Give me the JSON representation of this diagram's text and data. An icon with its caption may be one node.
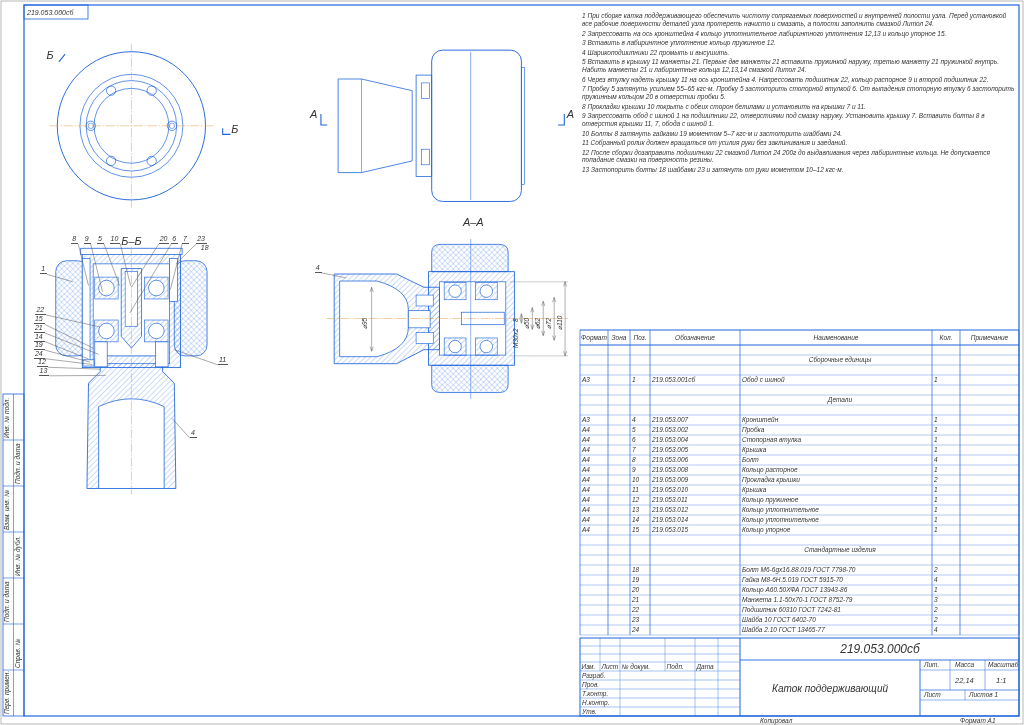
{
  "diagram": {
    "nodes": [
      {
        "text": [
          "8"
        ]
      },
      {
        "text": [
          "9"
        ]
      },
      {
        "text": [
          "5"
        ]
      },
      {
        "text": [
          "10"
        ]
      },
      {
        "text": [
          "20"
        ]
      },
      {
        "text": [
          "6"
        ]
      },
      {
        "text": [
          "7"
        ]
      },
      {
        "text": [
          "23"
        ]
      },
      {
        "text": [
          "1"
        ]
      },
      {
        "text": [
          "22"
        ]
      },
      {
        "text": [
          "15"
        ]
      },
      {
        "text": [
          "21"
        ]
      },
      {
        "text": [
          "14"
        ]
      },
      {
        "text": [
          "19"
        ]
      },
      {
        "text": [
          "24"
        ]
      },
      {
        "text": [
          "12"
        ]
      },
      {
        "text": [
          "13"
        ]
      },
      {
        "text": [
          "11"
        ]
      },
      {
        "text": [
          "4"
        ]
      },
      {
        "text": [
          "4"
        ]
      }
    ],
    "edges": [
      {
        "from": 0,
        "to": null,
        "arrow": "none"
      },
      {
        "from": 1,
        "to": null,
        "arrow": "none"
      },
      {
        "from": 2,
        "to": null,
        "arrow": "none"
      },
      {
        "from": 3,
        "to": null,
        "arrow": "none"
      },
      {
        "from": 4,
        "to": null,
        "arrow": "none"
      },
      {
        "from": 5,
        "to": null,
        "arrow": "none"
      },
      {
        "from": 6,
        "to": null,
        "arrow": "none"
      },
      {
        "from": 7,
        "to": null,
        "arrow": "none"
      },
      {
        "from": 8,
        "to": null,
        "arrow": "none"
      },
      {
        "from": 9,
        "to": null,
        "arrow": "none"
      },
      {
        "from": 10,
        "to": null,
        "arrow": "none"
      },
      {
        "from": 11,
        "to": null,
        "arrow": "none"
      },
      {
        "from": 12,
        "to": null,
        "arrow": "none"
      },
      {
        "from": 13,
        "to": null,
        "arrow": "none"
      },
      {
        "from": 14,
        "to": null,
        "arrow": "none"
      },
      {
        "from": 15,
        "to": null,
        "arrow": "none"
      },
      {
        "from": 16,
        "to": null,
        "arrow": "none"
      },
      {
        "from": 17,
        "to": null,
        "arrow": "none"
      },
      {
        "from": 18,
        "to": null,
        "arrow": "none"
      },
      {
        "from": 19,
        "to": null,
        "arrow": "none"
      }
    ],
    "labels": [
      "Б",
      "Б",
      "А",
      "А",
      "Б–Б",
      "А–А",
      "⌀95",
      "8",
      "М30х2",
      "⌀50",
      "⌀62",
      "⌀72",
      "⌀110",
      "18",
      "1 При сборке катка поддерживающего обеспечить чистоту сопрягаемых поверхностей и внутренней полости узла. Перед установкой все рабочие поверхности деталей узла протереть начисто и смазать, а полости заполнить смазкой Литол 24.",
      "2 Запрессовать на ось кронштейна 4 кольцо уплотнительное лабиринтного уплотнения 12,13 и кольцо упорное 15.",
      "3 Вставить в лабиринтное уплотнение кольцо пружинное 12.",
      "4 Шарикоподшипники 22 промыть и высушить.",
      "5 Вставить в крышку 11 манжеты 21. Первые две манжеты 21 вставить пружинкой наружу, третью манжету 21 пружинкой внутрь. Набить манжеты 21 и лабиринтные кольца 12,13,14 смазкой Литол 24.",
      "6 Через втулку надеть крышку 11 на ось кронштейна 4. Напрессовать подшипник 22, кольцо распорное 9 и второй подшипник 22.",
      "7 Пробку 5 затянуть усилием 55–65 кгс·м. Пробку 5 застопорить стопорной втулкой 6. От выпадения стопорную втулку 6 застопорить пружинным кольцом 20 в отверстии пробки 5.",
      "8 Прокладки крышки 10 покрыть с обеих сторон белилами и установить на крышки 7 и 11.",
      "9 Запрессовать обод с шиной 1 на подшипники 22, отверстиями под смазку наружу. Установить крышку 7. Вставить болты 8 в отверстия крышки 11, 7, обода с шиной 1.",
      "10 Болты 8 затянуть гайками 19 моментом 5–7 кгс·м и застопорить шайбами 24.",
      "11 Собранный ролик должен вращаться от усилия руки без заклинивания и заеданий.",
      "12 После сборки дозаправить подшипники 22 смазкой Литол 24 200г до выдавливания через лабиринтные кольца. Не допускается попадание смазки на поверхность резины.",
      "13 Застопорить болты 18 шайбами 23 и затянуть от руки моментом 10–12 кгс·м.",
      "Формат",
      "Зона",
      "Поз.",
      "Обозначение",
      "Наименование",
      "Кол.",
      "Примечание",
      "Сборочные единицы",
      "А3",
      "1",
      "219.053.001сб",
      "Обод с шиной",
      "1",
      "Детали",
      "А3",
      "4",
      "219.053.007",
      "Кронштейн",
      "1",
      "А4",
      "5",
      "219.053.002",
      "Пробка",
      "1",
      "А4",
      "6",
      "219.053.004",
      "Стопорная втулка",
      "1",
      "А4",
      "7",
      "219.053.005",
      "Крышка",
      "1",
      "А4",
      "8",
      "219.053.006",
      "Болт",
      "4",
      "А4",
      "9",
      "219.053.008",
      "Кольцо распорное",
      "1",
      "А4",
      "10",
      "219.053.009",
      "Прокладка крышки",
      "2",
      "А4",
      "11",
      "219.053.010",
      "Крышка",
      "1",
      "А4",
      "12",
      "219.053.011",
      "Кольцо пружинное",
      "1",
      "А4",
      "13",
      "219.053.012",
      "Кольцо уплотнительное",
      "1",
      "А4",
      "14",
      "219.053.014",
      "Кольцо уплотнительное",
      "1",
      "А4",
      "15",
      "219.053.015",
      "Кольцо упорное",
      "1",
      "Стандартные изделия",
      "18",
      "Болт М6-6gх16.88.019 ГОСТ 7798-70",
      "2",
      "19",
      "Гайка М8-6Н.5.019 ГОСТ 5915-70",
      "4",
      "20",
      "Кольцо А60.50ХФА ГОСТ 13943-86",
      "1",
      "21",
      "Манжета 1.1-50х70-1 ГОСТ 8752-79",
      "3",
      "22",
      "Подшипник 60310 ГОСТ 7242-81",
      "2",
      "23",
      "Шайба 10 ГОСТ 6402-70",
      "2",
      "24",
      "Шайба 2.10 ГОСТ 13465-77",
      "4",
      "219.053.000сб",
      "Каток поддерживающий",
      "Изм.",
      "Лист",
      "№ докум.",
      "Подп.",
      "Дата",
      "Разраб.",
      "Пров.",
      "Т.контр.",
      "Н.контр.",
      "Утв.",
      "Лит.",
      "Масса",
      "Масштаб",
      "22,14",
      "1:1",
      "Лист",
      "Листов 1",
      "Копировал",
      "Формат А1",
      "219.053.000сб",
      "Перв. примен.",
      "Справ. №",
      "Подп. и дата",
      "Инв. № дубл.",
      "Взам. инв. №",
      "Подп. и дата",
      "Инв. № подл."
    ]
  }
}
